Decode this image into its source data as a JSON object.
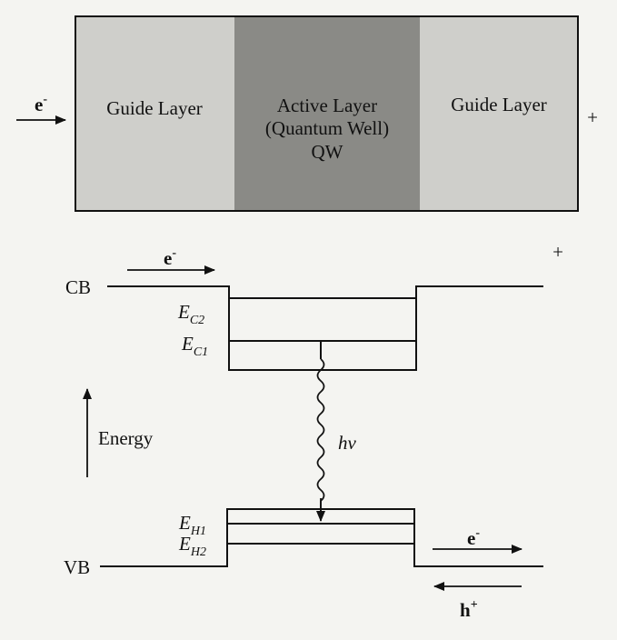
{
  "layers": {
    "left_guide": [
      "Guide Layer"
    ],
    "active": [
      "Active Layer",
      "(Quantum Well)",
      "QW"
    ],
    "right_guide": [
      "Guide Layer"
    ]
  },
  "top": {
    "electron": "e",
    "electron_sup": "-",
    "plus": "+"
  },
  "band": {
    "electron": "e",
    "electron_sup": "-",
    "plus": "+",
    "cb": "CB",
    "vb": "VB",
    "ec2": {
      "main": "E",
      "sub": "C2"
    },
    "ec1": {
      "main": "E",
      "sub": "C1"
    },
    "eh1": {
      "main": "E",
      "sub": "H1"
    },
    "eh2": {
      "main": "E",
      "sub": "H2"
    },
    "photon": "hν",
    "energy": "Energy",
    "out_electron": "e",
    "out_electron_sup": "-",
    "hole": "h",
    "hole_sup": "+"
  },
  "colors": {
    "guide": "#cfcfcb",
    "active": "#8a8a86",
    "line": "#111111",
    "background": "#f4f4f1"
  }
}
